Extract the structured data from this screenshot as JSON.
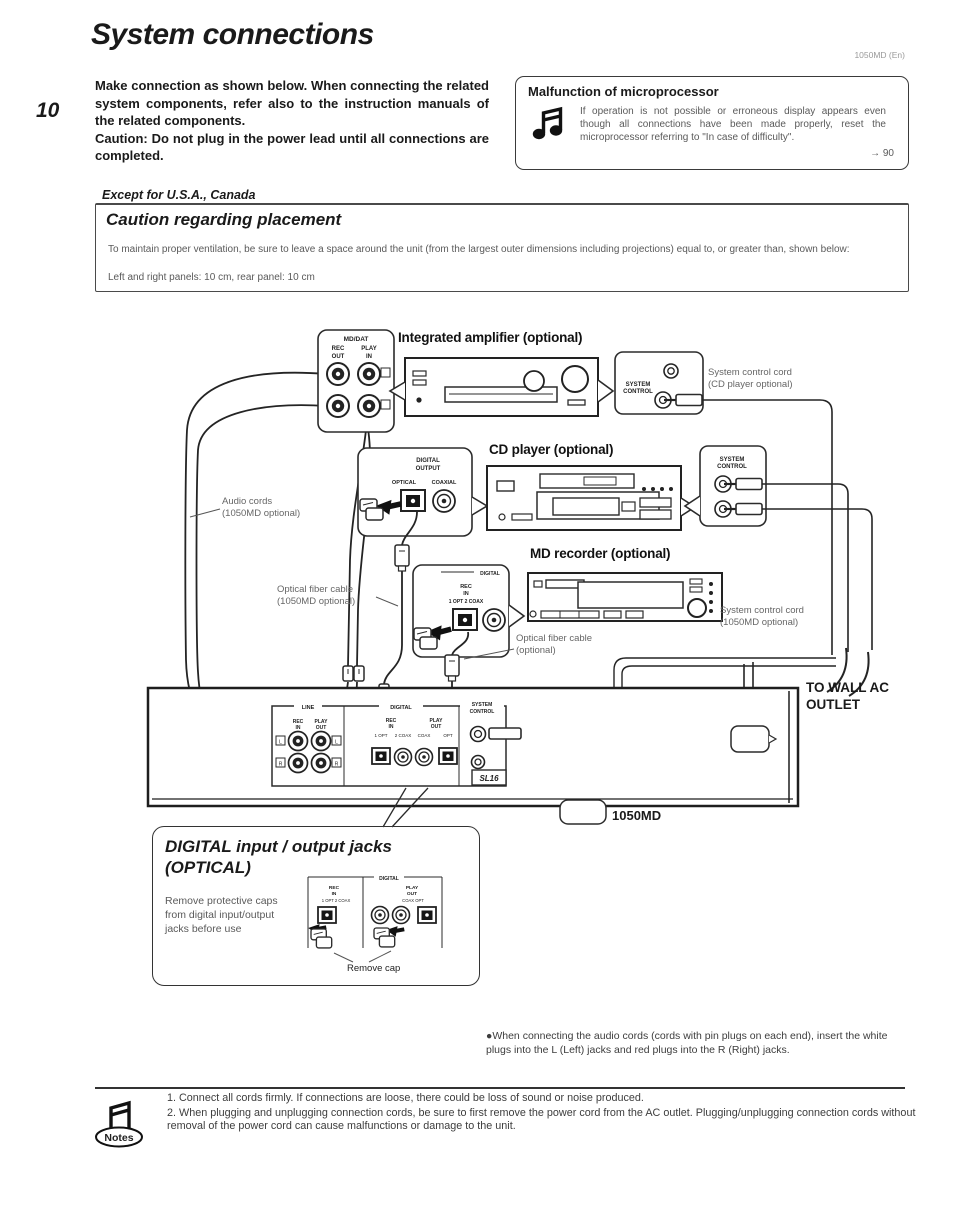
{
  "page": {
    "ref": "1050MD (En)",
    "number": "10",
    "title": "System connections"
  },
  "intro": {
    "body": "Make connection as shown below. When connecting the related system components, refer also to the instruction manuals of the related components.",
    "caution": "Caution: Do not plug in the power lead until all connections are completed."
  },
  "malfunction": {
    "title": "Malfunction of microprocessor",
    "body": "If operation is not possible or erroneous display appears even though all connections have been made properly, reset the microprocessor referring to \"In case of difficulty\".",
    "ref": "→ 90"
  },
  "placement": {
    "region": "Except for U.S.A., Canada",
    "title": "Caution regarding placement",
    "body1": "To maintain proper ventilation, be sure to leave a space around the unit (from the largest outer dimensions including projections) equal to, or greater than, shown below:",
    "body2": "Left and right panels: 10 cm, rear panel: 10 cm"
  },
  "diagram": {
    "md_dat": {
      "title": "MD/DAT",
      "rec": "REC",
      "play": "PLAY",
      "out": "OUT",
      "in": "IN"
    },
    "amplifier_label": "Integrated amplifier (optional)",
    "sc1": {
      "l1": "SYSTEM",
      "l2": "CONTROL"
    },
    "sc_cord_cd": {
      "l1": "System control cord",
      "l2": "(CD player optional)"
    },
    "audio_cords": {
      "l1": "Audio cords",
      "l2": "(1050MD optional)"
    },
    "dig_out": {
      "l1": "DIGITAL",
      "l2": "OUTPUT",
      "optical": "OPTICAL",
      "coaxial": "COAXIAL"
    },
    "cd_label": "CD player (optional)",
    "sc2": {
      "l1": "SYSTEM",
      "l2": "CONTROL"
    },
    "fiber1": {
      "l1": "Optical fiber cable",
      "l2": "(1050MD optional)"
    },
    "md_panel": {
      "digital": "DIGITAL",
      "rec": "REC",
      "in": "IN",
      "jacks": "1 OPT   2 COAX"
    },
    "md_label": "MD recorder (optional)",
    "fiber2": {
      "l1": "Optical fiber cable",
      "l2": "(optional)"
    },
    "sc_cord_md": {
      "l1": "System control cord",
      "l2": "(1050MD optional)"
    },
    "wall": {
      "l1": "TO WALL AC",
      "l2": "OUTLET"
    },
    "rear": {
      "line": "LINE",
      "rec": "REC",
      "in": "IN",
      "play": "PLAY",
      "out": "OUT",
      "l": "L",
      "r": "R",
      "digital": "DIGITAL",
      "drec": "REC",
      "din": "IN",
      "dopt": "1 OPT",
      "dcoax": "2 COAX",
      "dplay": "PLAY",
      "dout": "OUT",
      "dcoax2": "COAX",
      "dopt2": "OPT",
      "sys": "SYSTEM",
      "ctrl": "CONTROL",
      "logo": "SL16"
    },
    "unit_label": "1050MD"
  },
  "callout": {
    "title1": "DIGITAL input / output jacks",
    "title2": "(OPTICAL)",
    "body": "Remove protective caps from digital input/output jacks before use",
    "digital": "DIGITAL",
    "rec": "REC",
    "in": "IN",
    "jacks_in": "1 OPT  2 COAX",
    "play": "PLAY",
    "out": "OUT",
    "jacks_out": "COAX   OPT",
    "remove_cap": "Remove cap"
  },
  "bullet": "●When connecting the audio cords (cords with pin plugs on each end), insert the white plugs into the L (Left) jacks and red plugs into the R (Right) jacks.",
  "notes": {
    "label": "Notes",
    "n1": "1. Connect all cords firmly. If connections are loose, there could be loss of sound or noise produced.",
    "n2": "2. When plugging and unplugging connection cords, be sure to first remove the power cord from the AC outlet. Plugging/unplugging connection cords without removal of the power cord can cause malfunctions or damage to the unit."
  }
}
